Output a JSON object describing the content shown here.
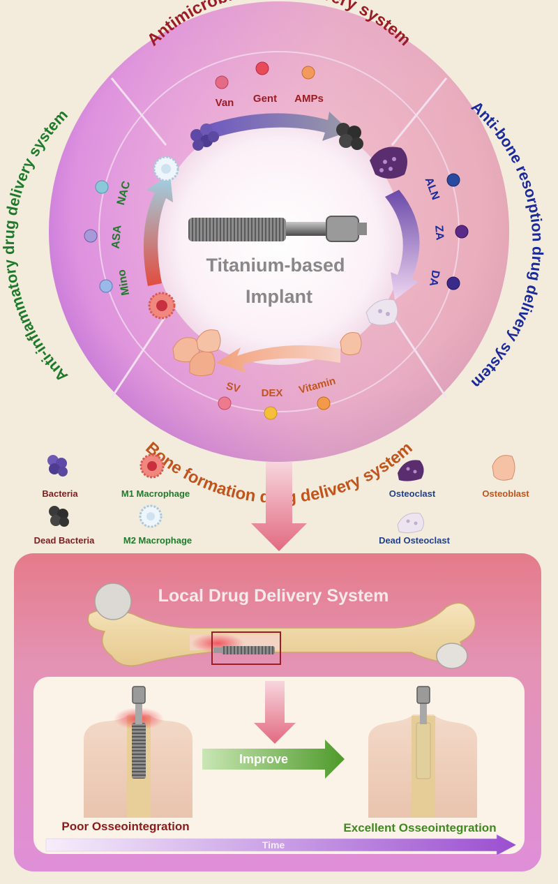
{
  "colors": {
    "antimicrobial": "#9b1c24",
    "anti_bone": "#1a2a9a",
    "bone_formation": "#c0541c",
    "anti_inflammatory": "#1e7a2a",
    "legend_bacteria": "#7b1e1e",
    "legend_macrophage": "#1e7a2a",
    "legend_osteoclast": "#1f3f8a",
    "legend_osteoblast": "#c0541c"
  },
  "wheel": {
    "center_line1": "Titanium-based",
    "center_line2": "Implant",
    "sectors": {
      "antimicrobial": {
        "title": "Antimicrobial drug delivery system",
        "drugs": [
          "Van",
          "Gent",
          "AMPs"
        ]
      },
      "anti_bone": {
        "title": "Anti-bone resorption drug delivery system",
        "drugs": [
          "ALN",
          "ZA",
          "DA"
        ]
      },
      "bone_formation": {
        "title": "Bone formation drug delivery system",
        "drugs": [
          "SV",
          "DEX",
          "Vitamin"
        ]
      },
      "anti_inflammatory": {
        "title": "Anti-inflammatory drug delivery system",
        "drugs": [
          "NAC",
          "ASA",
          "Mino"
        ]
      }
    }
  },
  "legend": {
    "bacteria": "Bacteria",
    "dead_bacteria": "Dead Bacteria",
    "m1": "M1 Macrophage",
    "m2": "M2 Macrophage",
    "osteoclast": "Osteoclast",
    "dead_osteoclast": "Dead Osteoclast",
    "osteoblast": "Osteoblast"
  },
  "bottom": {
    "title": "Local Drug Delivery System",
    "improve": "Improve",
    "poor": "Poor Osseointegration",
    "excellent": "Excellent Osseointegration",
    "time": "Time"
  }
}
